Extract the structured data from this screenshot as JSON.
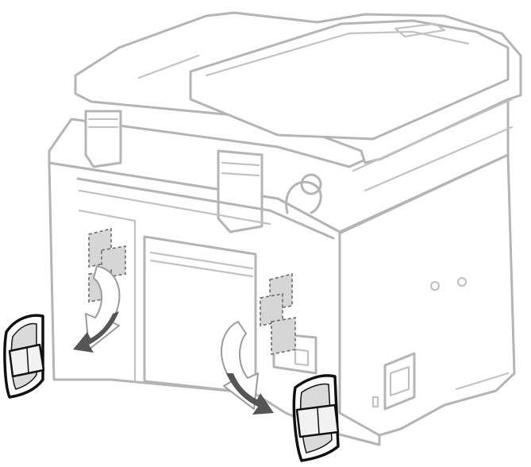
{
  "figure": {
    "subject": "printer-rear-protective-tape-removal",
    "colors": {
      "outline": "#b4b4b4",
      "tape": "#dadada",
      "tape_border": "#111111",
      "arrow": "#555555",
      "background": "#ffffff"
    },
    "icons": [
      "printer-outline-icon",
      "protective-tape-icon",
      "removal-arrow-icon"
    ],
    "tape_count": 2,
    "arrow_count": 2
  }
}
